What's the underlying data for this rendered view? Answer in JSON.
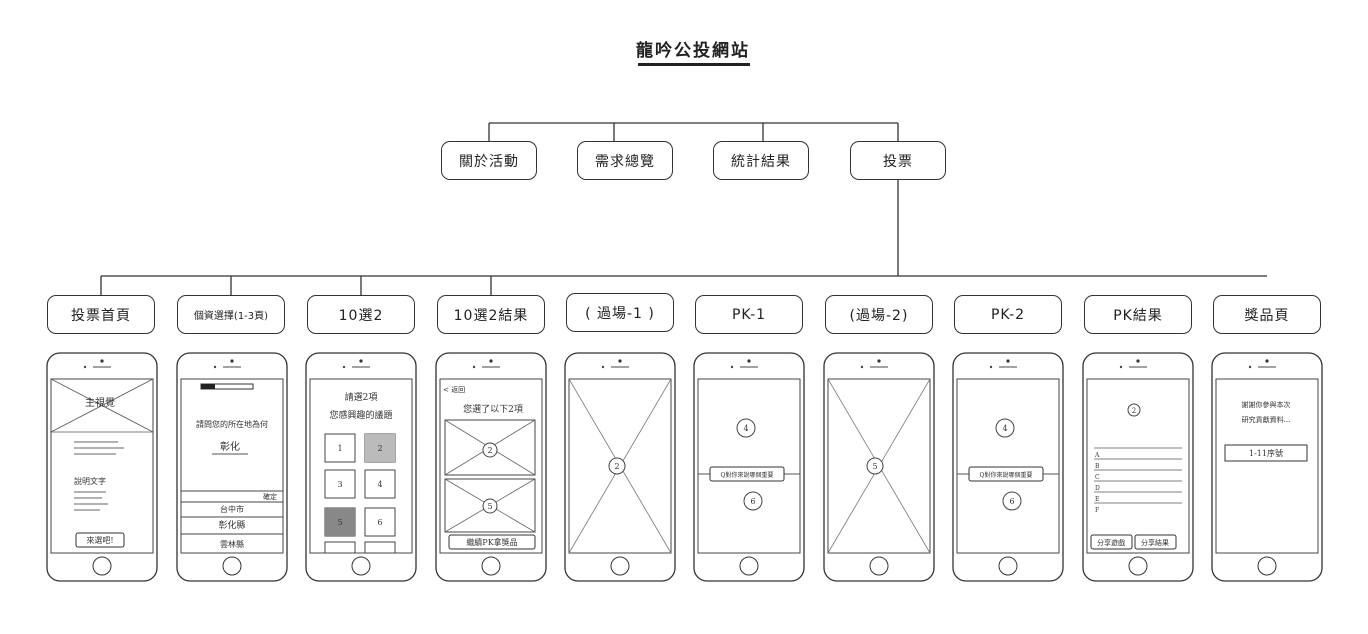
{
  "title": "龍吟公投網站",
  "top_nodes": [
    {
      "label": "關於活動"
    },
    {
      "label": "需求總覽"
    },
    {
      "label": "統計結果"
    },
    {
      "label": "投票"
    }
  ],
  "pages": [
    {
      "label": "投票首頁"
    },
    {
      "label": "個資選擇(1-3頁)"
    },
    {
      "label": "10選2"
    },
    {
      "label": "10選2結果"
    },
    {
      "label": "( 過場-1 )"
    },
    {
      "label": "PK-1"
    },
    {
      "label": "(過場-2)"
    },
    {
      "label": "PK-2"
    },
    {
      "label": "PK結果"
    },
    {
      "label": "獎品頁"
    }
  ],
  "sketches": {
    "home": {
      "hero": "主視覺",
      "desc": "說明文字",
      "cta": "來選吧!"
    },
    "profile": {
      "question": "請問您的所在地為何",
      "answer": "彰化",
      "confirm": "確定",
      "options": [
        "台中市",
        "彰化縣",
        "雲林縣"
      ]
    },
    "pick": {
      "line1": "請選2項",
      "line2": "您感興趣的議題",
      "cells": [
        "1",
        "2",
        "3",
        "4",
        "5",
        "6"
      ]
    },
    "pick_result": {
      "back": "< 返回",
      "heading": "您選了以下2項",
      "cells": [
        "2",
        "5"
      ],
      "cta": "繼續PK拿獎品"
    },
    "trans1": {
      "num": "2"
    },
    "pk1": {
      "top": "4",
      "vs": "Q對你來說哪個重要",
      "bottom": "6"
    },
    "trans2": {
      "num": "5"
    },
    "pk2": {
      "top": "4",
      "vs": "Q對你來說哪個重要",
      "bottom": "6"
    },
    "pk_result": {
      "top": "2",
      "rows": [
        "A",
        "B",
        "C",
        "D",
        "E",
        "F"
      ],
      "btn1": "分享遊戲",
      "btn2": "分享結果"
    },
    "prize": {
      "line1": "謝謝你參與本次",
      "line2": "研究貢獻資料...",
      "box": "1-11序號"
    }
  }
}
